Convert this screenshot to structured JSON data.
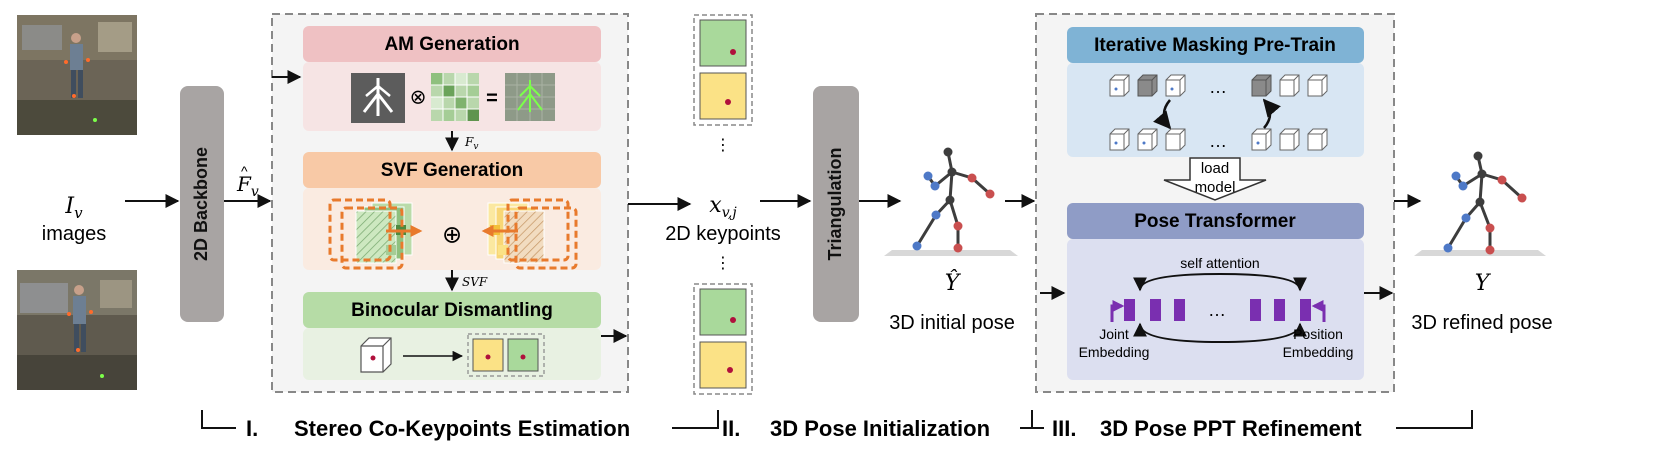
{
  "inputs": {
    "symbol": "I",
    "subscript": "v",
    "label": "images"
  },
  "backbone": {
    "label": "2D Backbone",
    "output_symbol": "F",
    "output_subscript": "v"
  },
  "stage1": {
    "am": {
      "title": "AM Generation",
      "times": "⊗",
      "equals": "=",
      "output_symbol": "F",
      "output_subscript": "v"
    },
    "svf": {
      "title": "SVF Generation",
      "oplus": "⊕",
      "output_label": "SVF"
    },
    "bd": {
      "title": "Binocular Dismantling"
    }
  },
  "keypoints": {
    "symbol": "x",
    "subscript": "v,j",
    "label": "2D keypoints",
    "ellipsis": "⋮"
  },
  "triangulation": {
    "label": "Triangulation"
  },
  "initial_pose": {
    "symbol": "Ŷ",
    "label": "3D initial pose"
  },
  "stage3": {
    "pretrain": {
      "title": "Iterative Masking Pre-Train",
      "ellipsis": "…"
    },
    "load": {
      "line1": "load",
      "line2": "model"
    },
    "transformer": {
      "title": "Pose Transformer",
      "self_attention": "self attention",
      "joint_line1": "Joint",
      "joint_line2": "Embedding",
      "pos_line1": "Position",
      "pos_line2": "Embedding",
      "ellipsis": "…"
    }
  },
  "refined_pose": {
    "symbol": "Y",
    "label": "3D refined pose"
  },
  "stage_labels": {
    "s1_num": "I.",
    "s1_text": "Stereo Co-Keypoints Estimation",
    "s2_num": "II.",
    "s2_text": "3D Pose Initialization",
    "s3_num": "III.",
    "s3_text": "3D Pose PPT Refinement"
  },
  "colors": {
    "am_header": "#efc1c3",
    "am_body": "#f6e4e4",
    "svf_header": "#f8c9a6",
    "svf_body": "#faebe1",
    "bd_header": "#b6dca6",
    "bd_body": "#e8f1e2",
    "pretrain_header": "#7fb3d5",
    "pretrain_body": "#d8e6f3",
    "transformer_header": "#8f9cc6",
    "transformer_body": "#dcdff0",
    "gray_block": "#a8a4a3",
    "orange": "#e87a2c",
    "purple": "#7a2fb0",
    "kp_green": "#a9d99b",
    "kp_yellow": "#fbe286",
    "kp_dot": "#b0103c"
  }
}
